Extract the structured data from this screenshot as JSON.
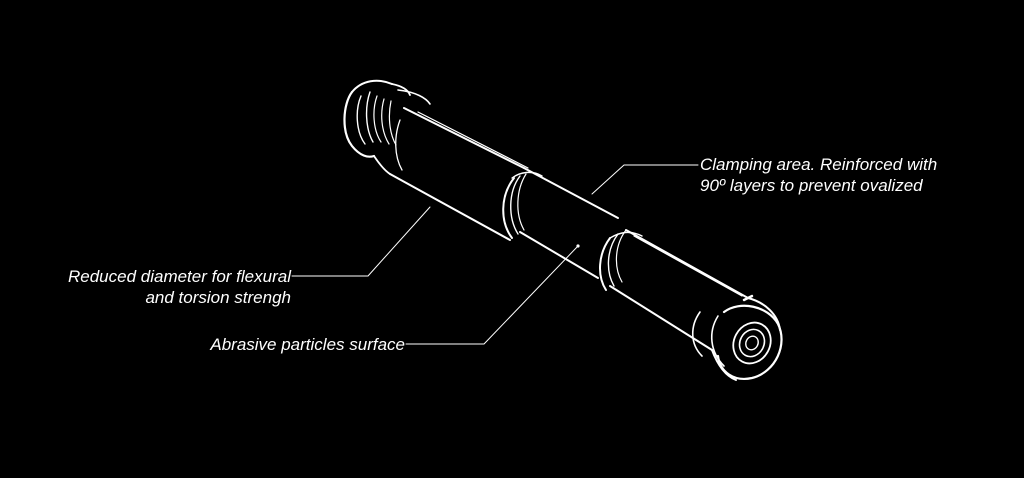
{
  "colors": {
    "background": "#000000",
    "line": "#ffffff"
  },
  "callouts": {
    "clamping": {
      "line1": "Clamping area. Reinforced with",
      "line2": "90º layers to prevent ovalized"
    },
    "reduced_diameter": {
      "line1": "Reduced diameter for flexural",
      "line2": "and torsion strengh"
    },
    "abrasive": {
      "line1": "Abrasive particles surface"
    }
  }
}
